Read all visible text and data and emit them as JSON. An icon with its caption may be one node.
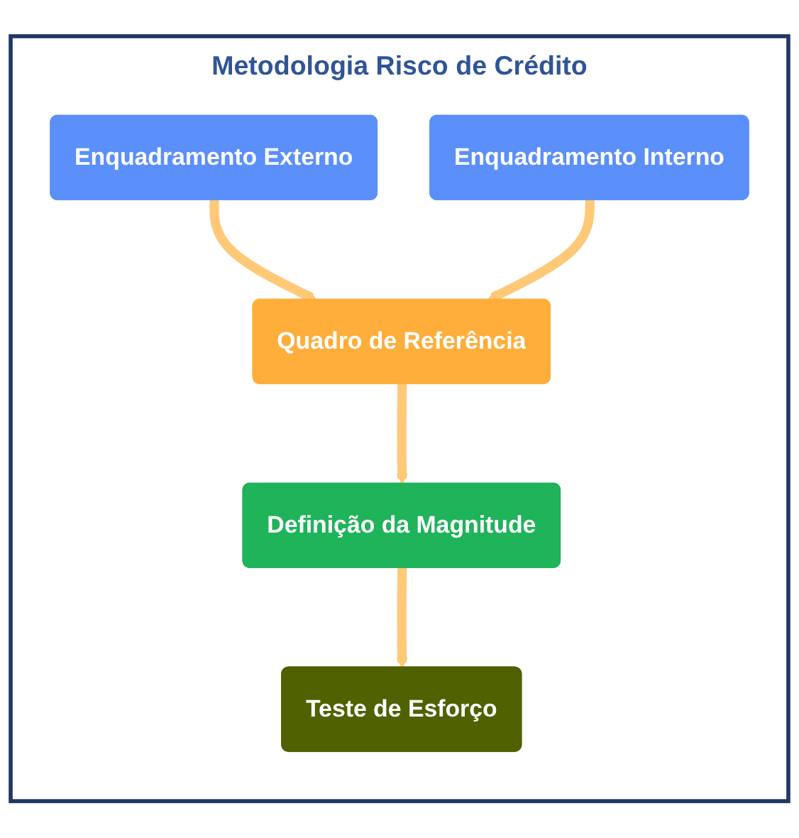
{
  "diagram": {
    "nodes": [
      {
        "text": [
          "Metodologia Risco de Crédito"
        ]
      },
      {
        "text": [
          "Enquadramento Externo"
        ],
        "in": 0
      },
      {
        "text": [
          "Enquadramento Interno"
        ],
        "in": 0
      },
      {
        "text": [
          "Quadro de Referência"
        ],
        "in": 0
      },
      {
        "text": [
          "Definição da Magnitude"
        ],
        "in": 0
      },
      {
        "text": [
          "Teste de Esforço"
        ],
        "in": 0
      }
    ],
    "edges": [
      {
        "from": 1,
        "to": 3,
        "arrow": "to"
      },
      {
        "from": 2,
        "to": 3,
        "arrow": "to"
      },
      {
        "from": 3,
        "to": 4,
        "arrow": "to"
      },
      {
        "from": 4,
        "to": 5,
        "arrow": "to"
      }
    ]
  }
}
